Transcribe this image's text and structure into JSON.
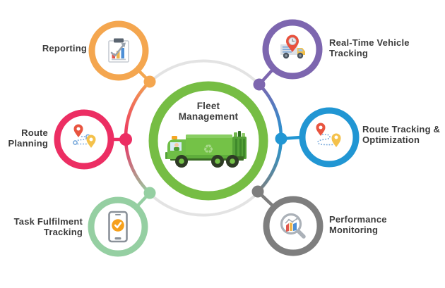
{
  "title": "Fleet Management",
  "center": {
    "label_line1": "Fleet",
    "label_line2": "Management",
    "color": "#76BD44",
    "illustration": "green-garbage-truck"
  },
  "nodes": [
    {
      "id": "reporting",
      "label_line1": "Reporting",
      "label_line2": "",
      "color": "#F4A64F",
      "icon": "clipboard-report-chart-icon"
    },
    {
      "id": "route-planning",
      "label_line1": "Route",
      "label_line2": "Planning",
      "color": "#EC2E63",
      "icon": "route-map-pins-icon"
    },
    {
      "id": "task-fulfilment-tracking",
      "label_line1": "Task Fulfilment",
      "label_line2": "Tracking",
      "color": "#95CFA2",
      "icon": "phone-checkmark-icon"
    },
    {
      "id": "real-time-vehicle-tracking",
      "label_line1": "Real-Time Vehicle",
      "label_line2": "Tracking",
      "color": "#7D66AF",
      "icon": "truck-location-clock-icon"
    },
    {
      "id": "route-tracking-optimization",
      "label_line1": "Route Tracking &",
      "label_line2": "Optimization",
      "color": "#2196D3",
      "icon": "route-map-pins-icon"
    },
    {
      "id": "performance-monitoring",
      "label_line1": "Performance",
      "label_line2": "Monitoring",
      "color": "#7E7E7E",
      "icon": "magnifier-bar-chart-icon"
    }
  ],
  "connector": {
    "ring_color": "#E3E3E3"
  },
  "colors": {
    "text": "#3C3C3C",
    "background": "#FFFFFF",
    "icon_red": "#E2574C",
    "icon_yellow": "#F0B64C",
    "icon_blue": "#4D8FD6",
    "icon_gray": "#9AA3AE"
  }
}
